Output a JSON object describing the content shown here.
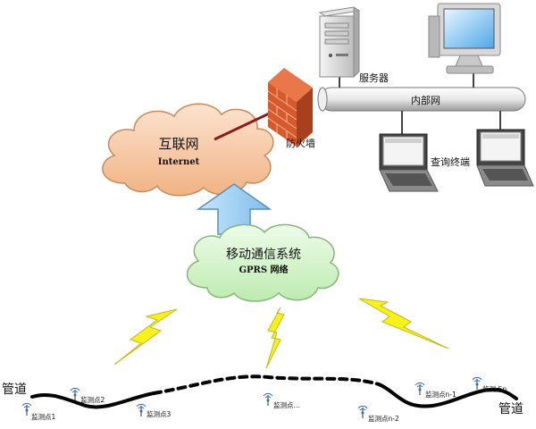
{
  "internet": {
    "title": "互联网",
    "subtitle": "Internet"
  },
  "mobile": {
    "title": "移动通信系统",
    "subtitle": "GPRS 网络"
  },
  "firewall": {
    "label": "防火墙"
  },
  "server": {
    "label": "服务器"
  },
  "lan": {
    "label": "内部网"
  },
  "terminal": {
    "label": "查询终端"
  },
  "pipeline": {
    "left_label": "管道",
    "right_label": "管道"
  },
  "monitoring_points": [
    {
      "label": "监测点1"
    },
    {
      "label": "监测点2"
    },
    {
      "label": "监测点3"
    },
    {
      "label": "监测点…"
    },
    {
      "label": "监测点n-2"
    },
    {
      "label": "监测点n-1"
    },
    {
      "label": "监测点n"
    }
  ],
  "colors": {
    "internet_cloud": "#f5c9a6",
    "mobile_cloud": "#d2f4c9",
    "arrow": "#9fd0f5",
    "lightning": "#f6f21a",
    "firewall": "#d65a2c",
    "link": "#8b1a1a"
  }
}
